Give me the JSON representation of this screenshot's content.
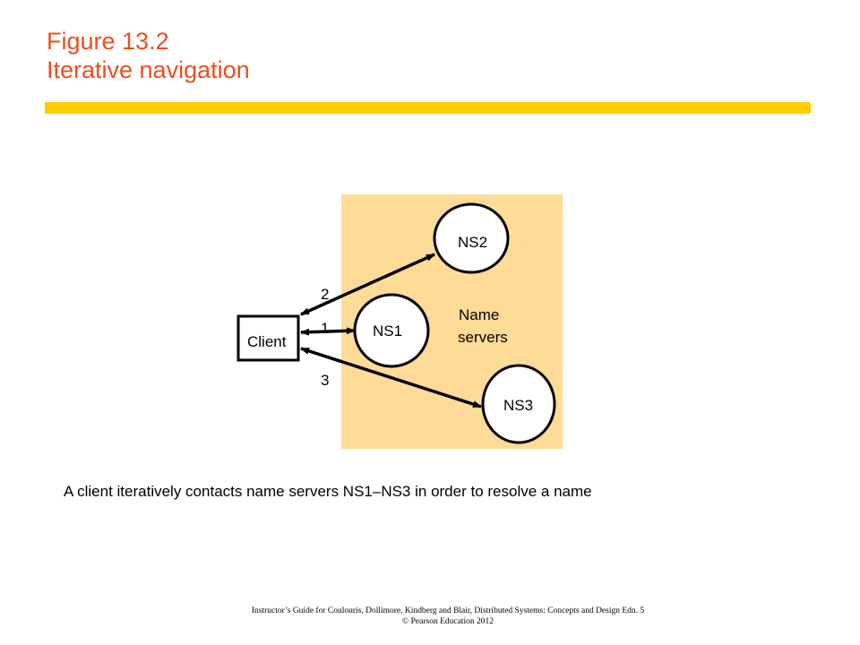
{
  "header": {
    "title_line1": "Figure 13.2",
    "title_line2": "Iterative navigation"
  },
  "diagram": {
    "client_label": "Client",
    "servers": [
      {
        "id": "ns1",
        "label": "NS1"
      },
      {
        "id": "ns2",
        "label": "NS2"
      },
      {
        "id": "ns3",
        "label": "NS3"
      }
    ],
    "group_label_line1": "Name",
    "group_label_line2": "servers",
    "step_labels": [
      "1",
      "2",
      "3"
    ]
  },
  "caption": "A client iteratively contacts name servers NS1–NS3 in order to resolve a name",
  "footer": {
    "line1": "Instructor’s Guide for  Coulouris, Dollimore, Kindberg and Blair,  Distributed Systems: Concepts and Design  Edn. 5",
    "line2": "© Pearson Education 2012"
  },
  "colors": {
    "title": "#e8501e",
    "rule": "#ffcc00",
    "server_region": "#ffdb98"
  }
}
